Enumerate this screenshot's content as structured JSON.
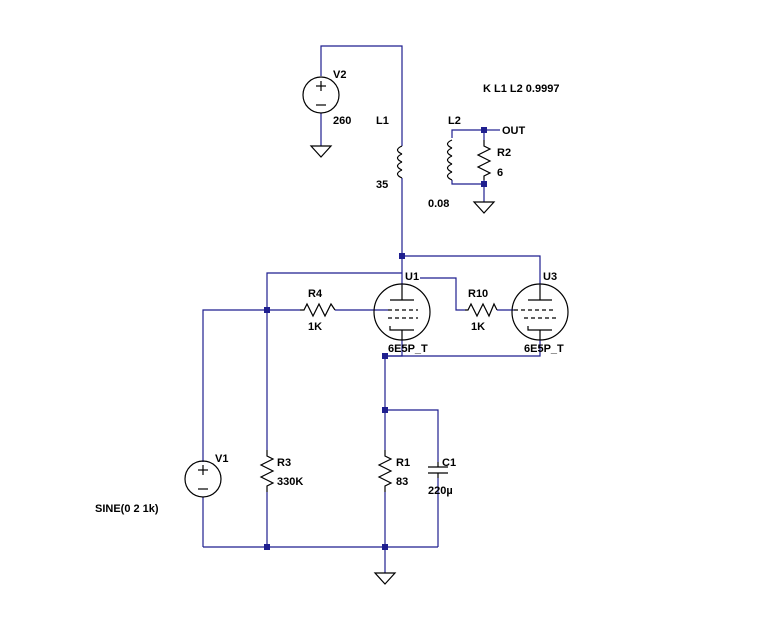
{
  "colors": {
    "wire": "#1f1f8f",
    "part": "#000000",
    "text": "#000000",
    "dot": "#1f1f8f"
  },
  "directive": "K L1 L2 0.9997",
  "net_out": "OUT",
  "components": {
    "V2": {
      "ref": "V2",
      "value": "260"
    },
    "L1": {
      "ref": "L1",
      "value": "35"
    },
    "L2": {
      "ref": "L2",
      "value": "0.08"
    },
    "R2": {
      "ref": "R2",
      "value": "6"
    },
    "U1": {
      "ref": "U1",
      "value": "6E5P_T"
    },
    "U3": {
      "ref": "U3",
      "value": "6E5P_T"
    },
    "R4": {
      "ref": "R4",
      "value": "1K"
    },
    "R10": {
      "ref": "R10",
      "value": "1K"
    },
    "V1": {
      "ref": "V1",
      "value": "SINE(0 2 1k)"
    },
    "R3": {
      "ref": "R3",
      "value": "330K"
    },
    "R1": {
      "ref": "R1",
      "value": "83"
    },
    "C1": {
      "ref": "C1",
      "value": "220µ"
    }
  }
}
